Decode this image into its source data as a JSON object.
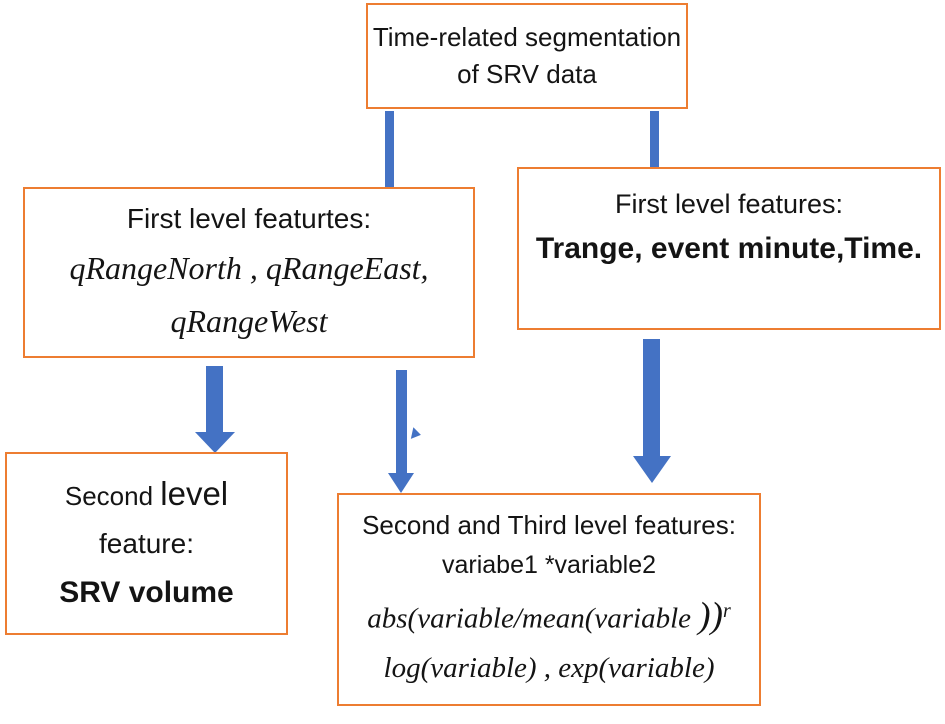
{
  "colors": {
    "box_border": "#ED7D31",
    "arrow_blue": "#4472C4",
    "text": "#141414",
    "background": "#FFFFFF"
  },
  "boxes": {
    "top": {
      "line1": "Time-related segmentation",
      "line2": "of SRV data"
    },
    "first_level_left": {
      "title": "First level featurtes:",
      "features_line1": "qRangeNorth , qRangeEast,",
      "features_line2": "qRangeWest"
    },
    "first_level_right": {
      "title": "First level features:",
      "features": "Trange, event minute,Time."
    },
    "second_level": {
      "title_part1": "Second ",
      "title_part2": "level",
      "line2": "feature:",
      "feature": "SRV volume"
    },
    "second_third_level": {
      "title": "Second and Third level features:",
      "line2": "variabe1 *variable2",
      "line3_main": "abs(variable/mean(variable ",
      "line3_parens": "))",
      "line3_superscript": "r",
      "line4": "log(variable) , exp(variable)"
    }
  }
}
